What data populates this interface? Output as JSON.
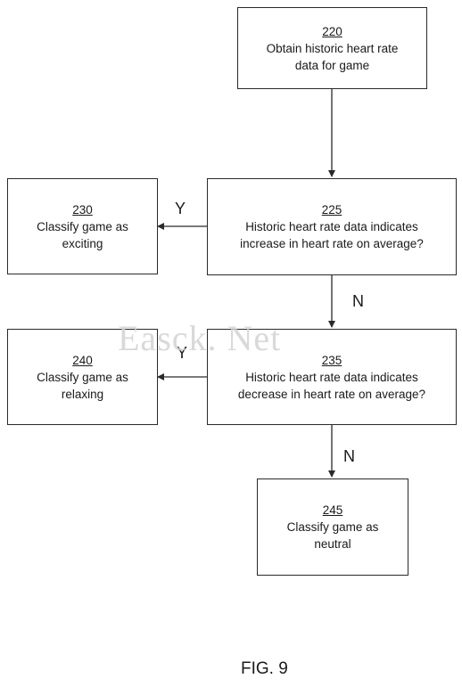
{
  "boxes": {
    "b220": {
      "ref": "220",
      "lines": [
        "Obtain historic heart rate",
        "data for game"
      ]
    },
    "b225": {
      "ref": "225",
      "lines": [
        "Historic heart rate data indicates",
        "increase in heart rate on average?"
      ]
    },
    "b230": {
      "ref": "230",
      "lines": [
        "Classify game as",
        "exciting"
      ]
    },
    "b235": {
      "ref": "235",
      "lines": [
        "Historic heart rate data indicates",
        "decrease in heart rate on average?"
      ]
    },
    "b240": {
      "ref": "240",
      "lines": [
        "Classify game as",
        "relaxing"
      ]
    },
    "b245": {
      "ref": "245",
      "lines": [
        "Classify game as",
        "neutral"
      ]
    }
  },
  "edge_labels": {
    "y1": "Y",
    "n1": "N",
    "y2": "Y",
    "n2": "N"
  },
  "watermark": "Easck. Net",
  "figure_label": "FIG. 9"
}
